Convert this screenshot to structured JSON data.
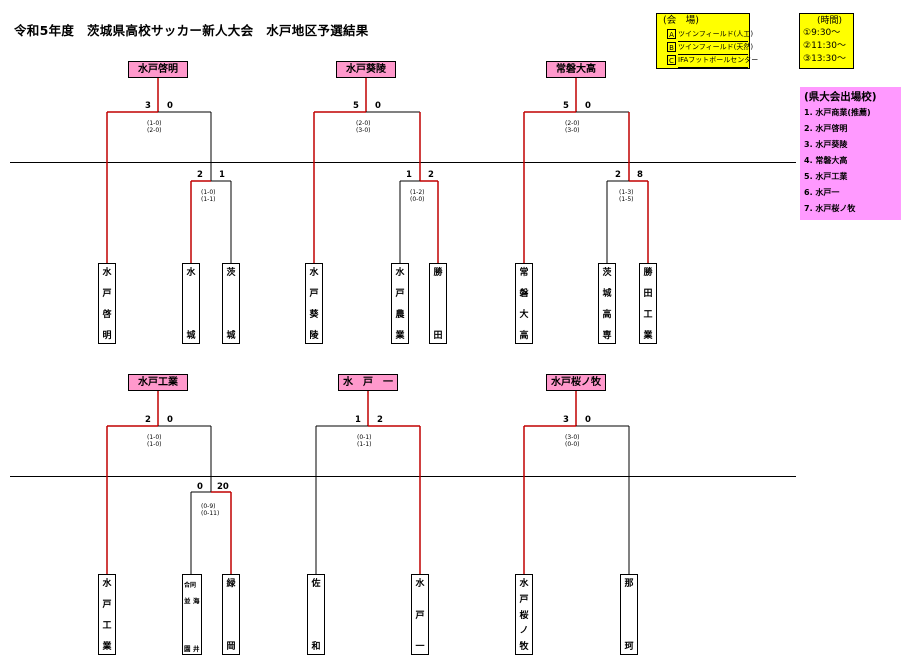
{
  "title": "令和5年度　茨城県高校サッカー新人大会　水戸地区予選結果",
  "venues": {
    "header": "(会　場)",
    "items": [
      {
        "code": "A",
        "name": "ツインフィールド(人工)"
      },
      {
        "code": "B",
        "name": "ツインフィールド(天然)"
      },
      {
        "code": "C",
        "name": "IFAフットボールセンター"
      }
    ]
  },
  "times": {
    "header": "(時間)",
    "items": [
      "①9:30～",
      "②11:30～",
      "③13:30～"
    ]
  },
  "qualified": {
    "header": "(県大会出場校)",
    "items": [
      "1. 水戸商業(推薦)",
      "2. 水戸啓明",
      "3. 水戸葵陵",
      "4. 常磐大高",
      "5. 水戸工業",
      "6. 水戸一",
      "7. 水戸桜ノ牧"
    ]
  },
  "colors": {
    "win_line": "#c00000",
    "winner_bg": "#ff99cc",
    "venue_bg": "#ffff00",
    "qualified_bg": "#ff99ff"
  },
  "blocks": [
    {
      "winner": "水戸啓明",
      "final": {
        "left": "3",
        "right": "0",
        "detail": [
          "1-0",
          "2-0"
        ]
      },
      "semi": {
        "left": "2",
        "right": "1",
        "detail": [
          "1-0",
          "1-1"
        ]
      },
      "teams": [
        "水戸啓明",
        "水城",
        "茨城"
      ]
    },
    {
      "winner": "水戸葵陵",
      "final": {
        "left": "5",
        "right": "0",
        "detail": [
          "2-0",
          "3-0"
        ]
      },
      "semi": {
        "left": "1",
        "right": "2",
        "detail": [
          "1-2",
          "0-0"
        ]
      },
      "teams": [
        "水戸葵陵",
        "水戸農業",
        "勝田"
      ]
    },
    {
      "winner": "常磐大高",
      "final": {
        "left": "5",
        "right": "0",
        "detail": [
          "2-0",
          "3-0"
        ]
      },
      "semi": {
        "left": "2",
        "right": "8",
        "detail": [
          "1-3",
          "1-5"
        ]
      },
      "teams": [
        "常磐大高",
        "茨城高専",
        "勝田工業"
      ]
    },
    {
      "winner": "水戸工業",
      "final": {
        "left": "2",
        "right": "0",
        "detail": [
          "1-0",
          "1-0"
        ]
      },
      "semi": {
        "left": "0",
        "right": "20",
        "detail": [
          "0-9",
          "0-11"
        ]
      },
      "teams": [
        "水戸工業",
        "合同",
        "緑岡"
      ],
      "joint": {
        "top_left": "合同",
        "top_right": "",
        "mid_left": "並",
        "mid_right": "海",
        "bottom_left": "園",
        "bottom_right": "井"
      }
    },
    {
      "winner": "水　戸　一",
      "final": {
        "left": "1",
        "right": "2",
        "detail": [
          "0-1",
          "1-1"
        ]
      },
      "teams": [
        "佐和",
        "水戸一"
      ]
    },
    {
      "winner": "水戸桜ノ牧",
      "final": {
        "left": "3",
        "right": "0",
        "detail": [
          "3-0",
          "0-0"
        ]
      },
      "teams": [
        "水戸桜ノ牧",
        "那珂"
      ]
    }
  ]
}
